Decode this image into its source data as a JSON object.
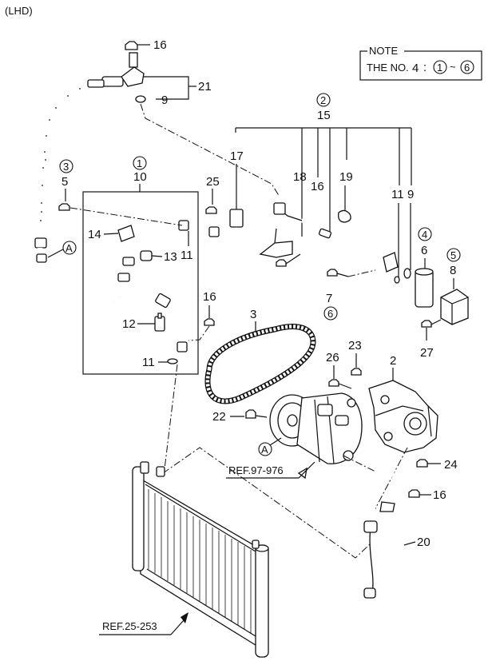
{
  "header": {
    "variant": "(LHD)"
  },
  "note": {
    "title": "NOTE",
    "prefix": "THE NO.",
    "number": "4",
    "sep": ":",
    "range_start": "1",
    "tilde": "~",
    "range_end": "6"
  },
  "refs": {
    "compressor": "REF.97-976",
    "condenser": "REF.25-253"
  },
  "callouts": {
    "c16a": "16",
    "c21": "21",
    "c9a": "9",
    "c2circ": "2",
    "c15": "15",
    "c17": "17",
    "c18": "18",
    "c16b": "16",
    "c19": "19",
    "c11b": "11",
    "c9b": "9",
    "c3circ": "3",
    "c5": "5",
    "c1circ": "1",
    "c10": "10",
    "c25": "25",
    "c14": "14",
    "c13": "13",
    "c11a": "11",
    "c12": "12",
    "c11c": "11",
    "c16c": "16",
    "cA1": "A",
    "cA2": "A",
    "c4circ": "4",
    "c6": "6",
    "c5circ": "5",
    "c8": "8",
    "c7": "7",
    "c6circ": "6",
    "c3": "3",
    "c26": "26",
    "c23": "23",
    "c2": "2",
    "c27": "27",
    "c22": "22",
    "c24": "24",
    "c16d": "16",
    "c20": "20"
  },
  "icons": [
    "hose-assembly",
    "condenser",
    "compressor",
    "belt",
    "bracket",
    "receiver-drier"
  ]
}
